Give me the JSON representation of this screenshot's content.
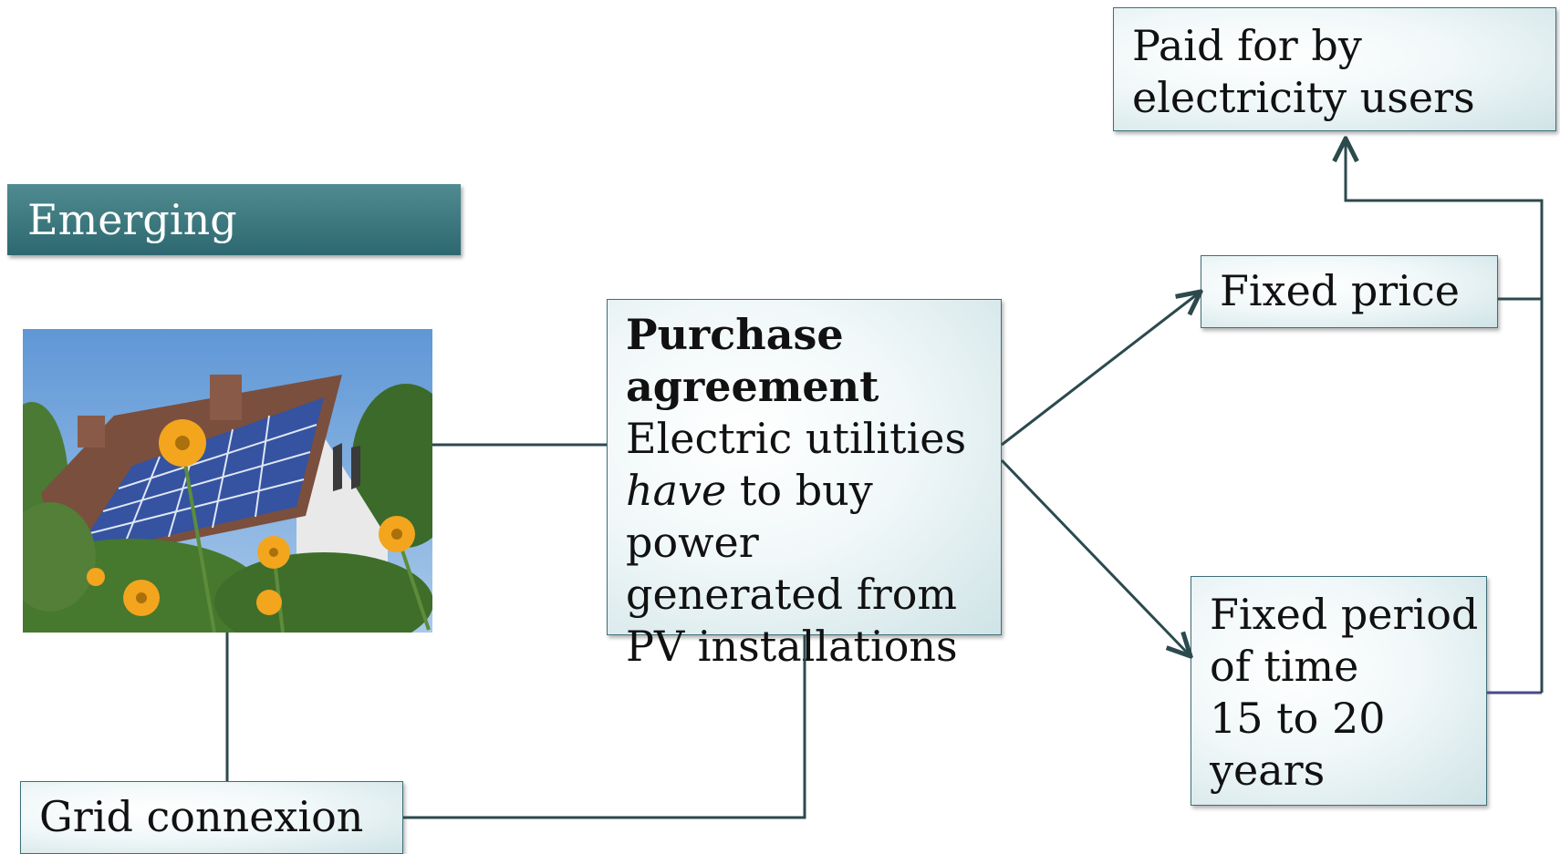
{
  "title": "Emerging technology",
  "paid": {
    "line1": "Paid for by",
    "line2": "electricity users"
  },
  "price": {
    "text": "Fixed price"
  },
  "period": {
    "line1": "Fixed period",
    "line2": "of time",
    "line3": "15 to 20",
    "line4": "years"
  },
  "purchase": {
    "heading1": "Purchase",
    "heading2": "agreement",
    "line1": "Electric utilities",
    "line2_em": "have",
    "line2_rest": " to buy power",
    "line3": "generated from",
    "line4": "PV installations"
  },
  "grid": {
    "text": "Grid connexion"
  },
  "photo": {
    "description_icon": "solar-house-photo"
  },
  "colors": {
    "connector": "#2c4a4e",
    "title_bg": "#3f7b80",
    "box_border": "#3f6f78"
  }
}
